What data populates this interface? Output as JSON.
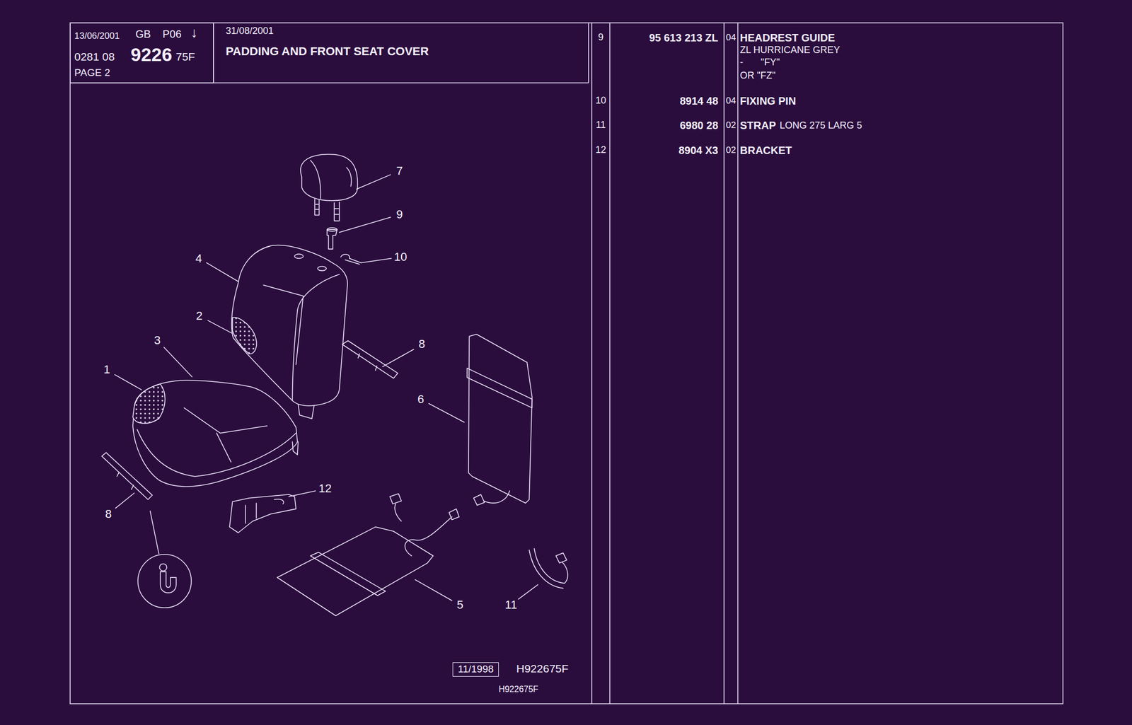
{
  "diagram": {
    "title": "PADDING AND FRONT SEAT COVER",
    "nodes": [
      {
        "text": [
          "13/06/2001",
          "GB",
          "P06",
          "↓",
          "0281 08",
          "9226",
          "75F",
          "PAGE 2"
        ]
      },
      {
        "text": [
          "11/1998"
        ]
      }
    ],
    "labels": [
      "31/08/2001",
      "9",
      "95 613 213 ZL",
      "04",
      "HEADREST GUIDE",
      "ZL HURRICANE GREY",
      "-",
      "\"FY\"",
      "OR \"FZ\"",
      "10",
      "8914 48",
      "04",
      "FIXING PIN",
      "11",
      "6980 28",
      "02",
      "STRAP",
      "LONG 275 LARG 5",
      "12",
      "8904 X3",
      "02",
      "BRACKET",
      "7",
      "9",
      "10",
      "4",
      "2",
      "8",
      "3",
      "1",
      "6",
      "12",
      "8",
      "5",
      "11",
      "H922675F",
      "H922675F"
    ]
  }
}
